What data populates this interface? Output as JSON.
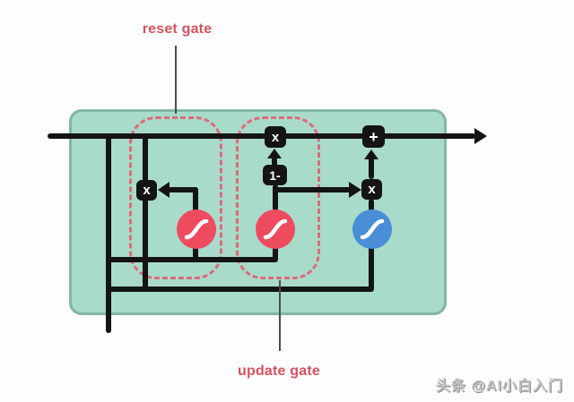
{
  "diagram": {
    "type": "gru-cell",
    "labels": {
      "reset_gate": "reset gate",
      "update_gate": "update gate"
    },
    "operators": {
      "reset_multiply": "x",
      "update_multiply": "x",
      "one_minus": "1-",
      "add": "+",
      "candidate_multiply": "x"
    },
    "activations": {
      "reset_sigmoid": "sigmoid-icon",
      "update_sigmoid": "sigmoid-icon",
      "candidate_tanh": "tanh-icon"
    },
    "colors": {
      "cell_fill": "#a9dbcb",
      "cell_border": "#82b6a6",
      "wire": "#141414",
      "sigmoid_circle": "#ee4b5f",
      "tanh_circle": "#4a8ed8",
      "gate_dash": "#dd6b7b",
      "label_text": "#d5535f",
      "watermark_text": "#c2c2c2"
    },
    "watermark": "头条 @AI小白入门"
  }
}
